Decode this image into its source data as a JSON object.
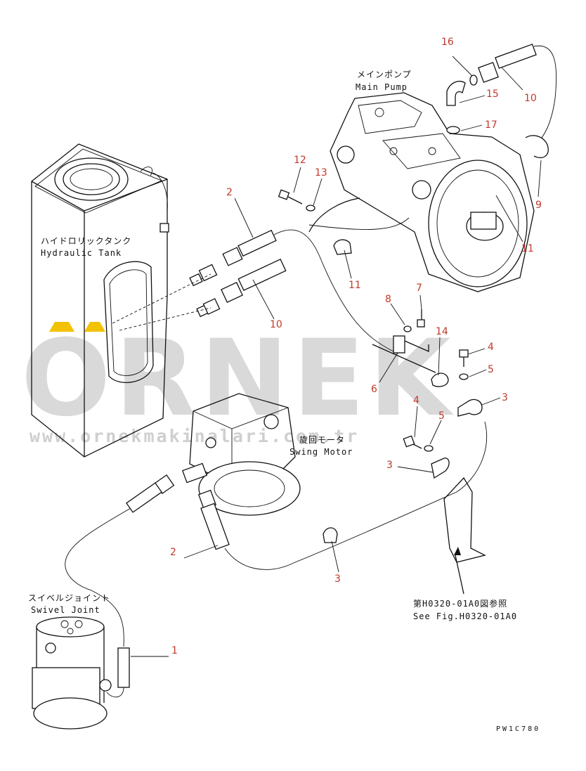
{
  "watermark": {
    "brand": "ORNEK",
    "url": "www.ornekmakinalari.com.tr",
    "accent_color": "#f2c200"
  },
  "labels": {
    "main_pump_jp": "メインポンプ",
    "main_pump_en": "Main Pump",
    "hydraulic_tank_jp": "ハイドロリックタンク",
    "hydraulic_tank_en": "Hydraulic Tank",
    "swing_motor_jp": "旋回モータ",
    "swing_motor_en": "Swing Motor",
    "swivel_joint_jp": "スイベルジョイント",
    "swivel_joint_en": "Swivel Joint",
    "see_fig_jp": "第H0320-01A0図参照",
    "see_fig_en": "See Fig.H0320-01A0",
    "drawing_code": "PW1C780"
  },
  "callouts": [
    "16",
    "15",
    "10",
    "17",
    "9",
    "11",
    "12",
    "13",
    "2",
    "11",
    "10",
    "7",
    "8",
    "14",
    "4",
    "5",
    "6",
    "3",
    "4",
    "5",
    "3",
    "2",
    "3",
    "1"
  ],
  "colors": {
    "callout": "#c0392b",
    "line": "#111111"
  }
}
